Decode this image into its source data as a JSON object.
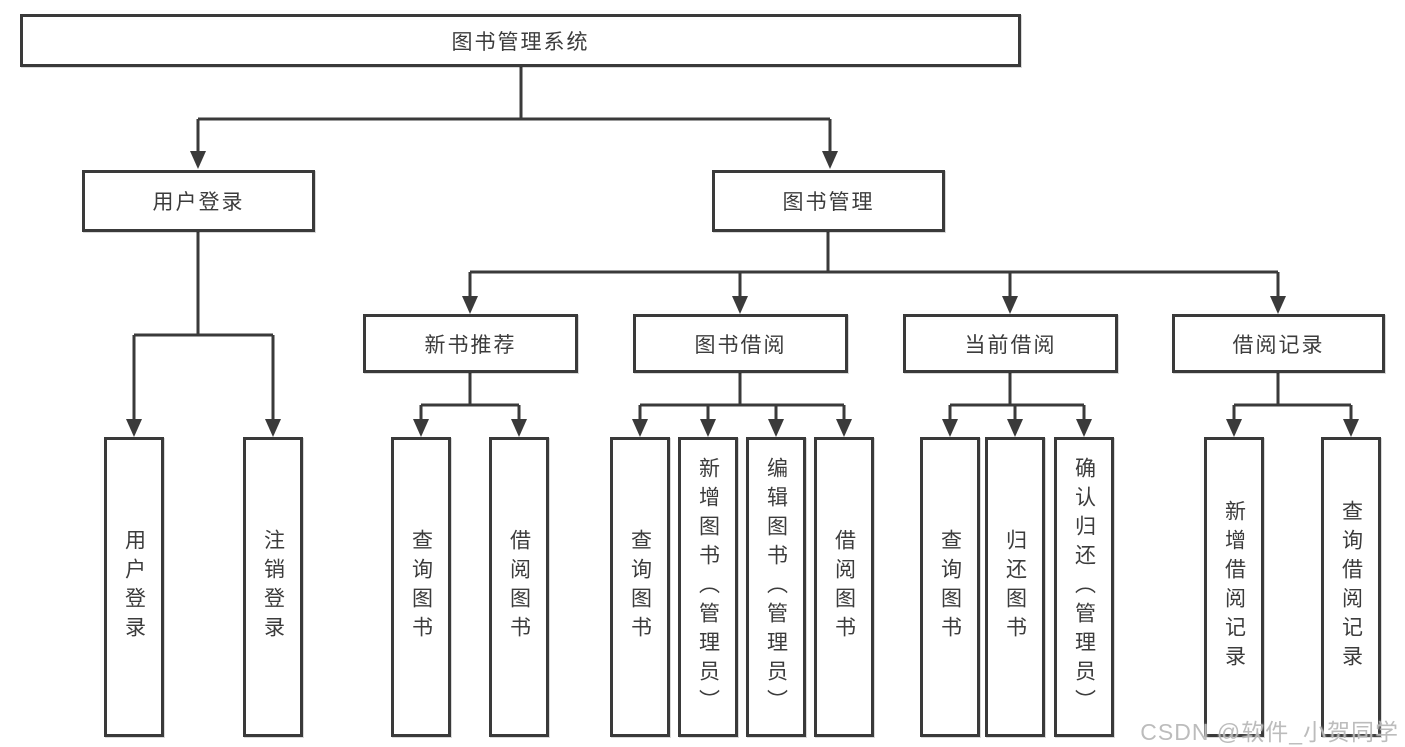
{
  "diagram": {
    "title": "图书管理系统",
    "level2": [
      {
        "label": "用户登录",
        "parent": "图书管理系统"
      },
      {
        "label": "图书管理",
        "parent": "图书管理系统"
      }
    ],
    "level3": [
      {
        "label": "新书推荐",
        "parent": "图书管理"
      },
      {
        "label": "图书借阅",
        "parent": "图书管理"
      },
      {
        "label": "当前借阅",
        "parent": "图书管理"
      },
      {
        "label": "借阅记录",
        "parent": "图书管理"
      }
    ],
    "leaves": [
      {
        "label": "用户登录",
        "parent": "用户登录"
      },
      {
        "label": "注销登录",
        "parent": "用户登录"
      },
      {
        "label": "查询图书",
        "parent": "新书推荐"
      },
      {
        "label": "借阅图书",
        "parent": "新书推荐"
      },
      {
        "label": "查询图书",
        "parent": "图书借阅"
      },
      {
        "label": "新增图书（管理员）",
        "parent": "图书借阅"
      },
      {
        "label": "编辑图书（管理员）",
        "parent": "图书借阅"
      },
      {
        "label": "借阅图书",
        "parent": "图书借阅"
      },
      {
        "label": "查询图书",
        "parent": "当前借阅"
      },
      {
        "label": "归还图书",
        "parent": "当前借阅"
      },
      {
        "label": "确认归还（管理员）",
        "parent": "当前借阅"
      },
      {
        "label": "新增借阅记录",
        "parent": "借阅记录"
      },
      {
        "label": "查询借阅记录",
        "parent": "借阅记录"
      }
    ]
  },
  "watermark": {
    "text": "CSDN @软件_小贺同学"
  },
  "colors": {
    "line": "#3a3a3a",
    "box_border": "#3a3a3a",
    "text": "#3c3c3c",
    "background": "#ffffff",
    "watermark": "#b6b6b6"
  }
}
